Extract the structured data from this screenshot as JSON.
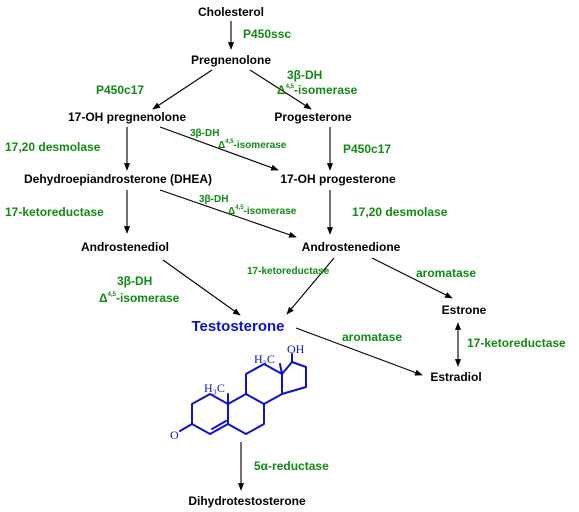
{
  "compounds": {
    "cholesterol": "Cholesterol",
    "pregnenolone": "Pregnenolone",
    "oh17_pregnenolone": "17-OH pregnenolone",
    "progesterone": "Progesterone",
    "dhea": "Dehydroepiandrosterone (DHEA)",
    "oh17_progesterone": "17-OH progesterone",
    "androstenediol": "Androstenediol",
    "androstenedione": "Androstenedione",
    "testosterone": "Testosterone",
    "estrone": "Estrone",
    "estradiol": "Estradiol",
    "dht": "Dihydrotestosterone"
  },
  "enzymes": {
    "p450scc": "P450ssc",
    "p450c17_a": "P450c17",
    "p450c17_b": "P450c17",
    "hsd3b": "3β-DH",
    "isomerase": "-isomerase",
    "delta": "Δ",
    "delta_sup": "4,5",
    "desmolase": "17,20 desmolase",
    "ketoreductase": "17-ketoreductase",
    "aromatase": "aromatase",
    "reductase_5a": "5α-reductase"
  },
  "molecule": {
    "methyl": "H₃C",
    "hydroxyl": "OH",
    "ketone": "O"
  },
  "colors": {
    "enzyme": "#138A13",
    "highlight": "#1010D0",
    "compound": "#000000"
  }
}
